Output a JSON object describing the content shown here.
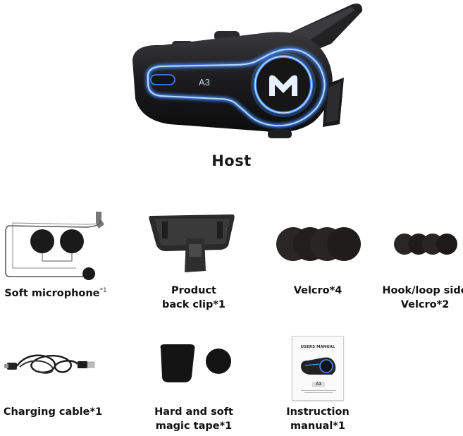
{
  "host": {
    "title": "Host",
    "model_label": "A3",
    "logo_icon": "m-logo-icon"
  },
  "items": [
    {
      "id": "soft-microphone",
      "line1": "Soft  microphone",
      "qty": "*1",
      "line2": ""
    },
    {
      "id": "product-back-clip",
      "line1": "Product",
      "line2": "back clip*1"
    },
    {
      "id": "velcro",
      "line1": "Velcro*4",
      "line2": ""
    },
    {
      "id": "hook-loop-velcro",
      "line1": "Hook/loop side",
      "line2": "Velcro*2"
    },
    {
      "id": "charging-cable",
      "line1": "Charging cable*1",
      "line2": ""
    },
    {
      "id": "magic-tape",
      "line1": "Hard and soft",
      "line2": "magic tape*1"
    },
    {
      "id": "instruction-manual",
      "line1": "Instruction",
      "line2": "manual*1"
    }
  ],
  "manual": {
    "cover_title": "USERS MANUAL",
    "model": "A3"
  },
  "colors": {
    "glow": "#3f8cff",
    "device_body": "#1c1c1e",
    "accessory": "#1a1a1a"
  }
}
